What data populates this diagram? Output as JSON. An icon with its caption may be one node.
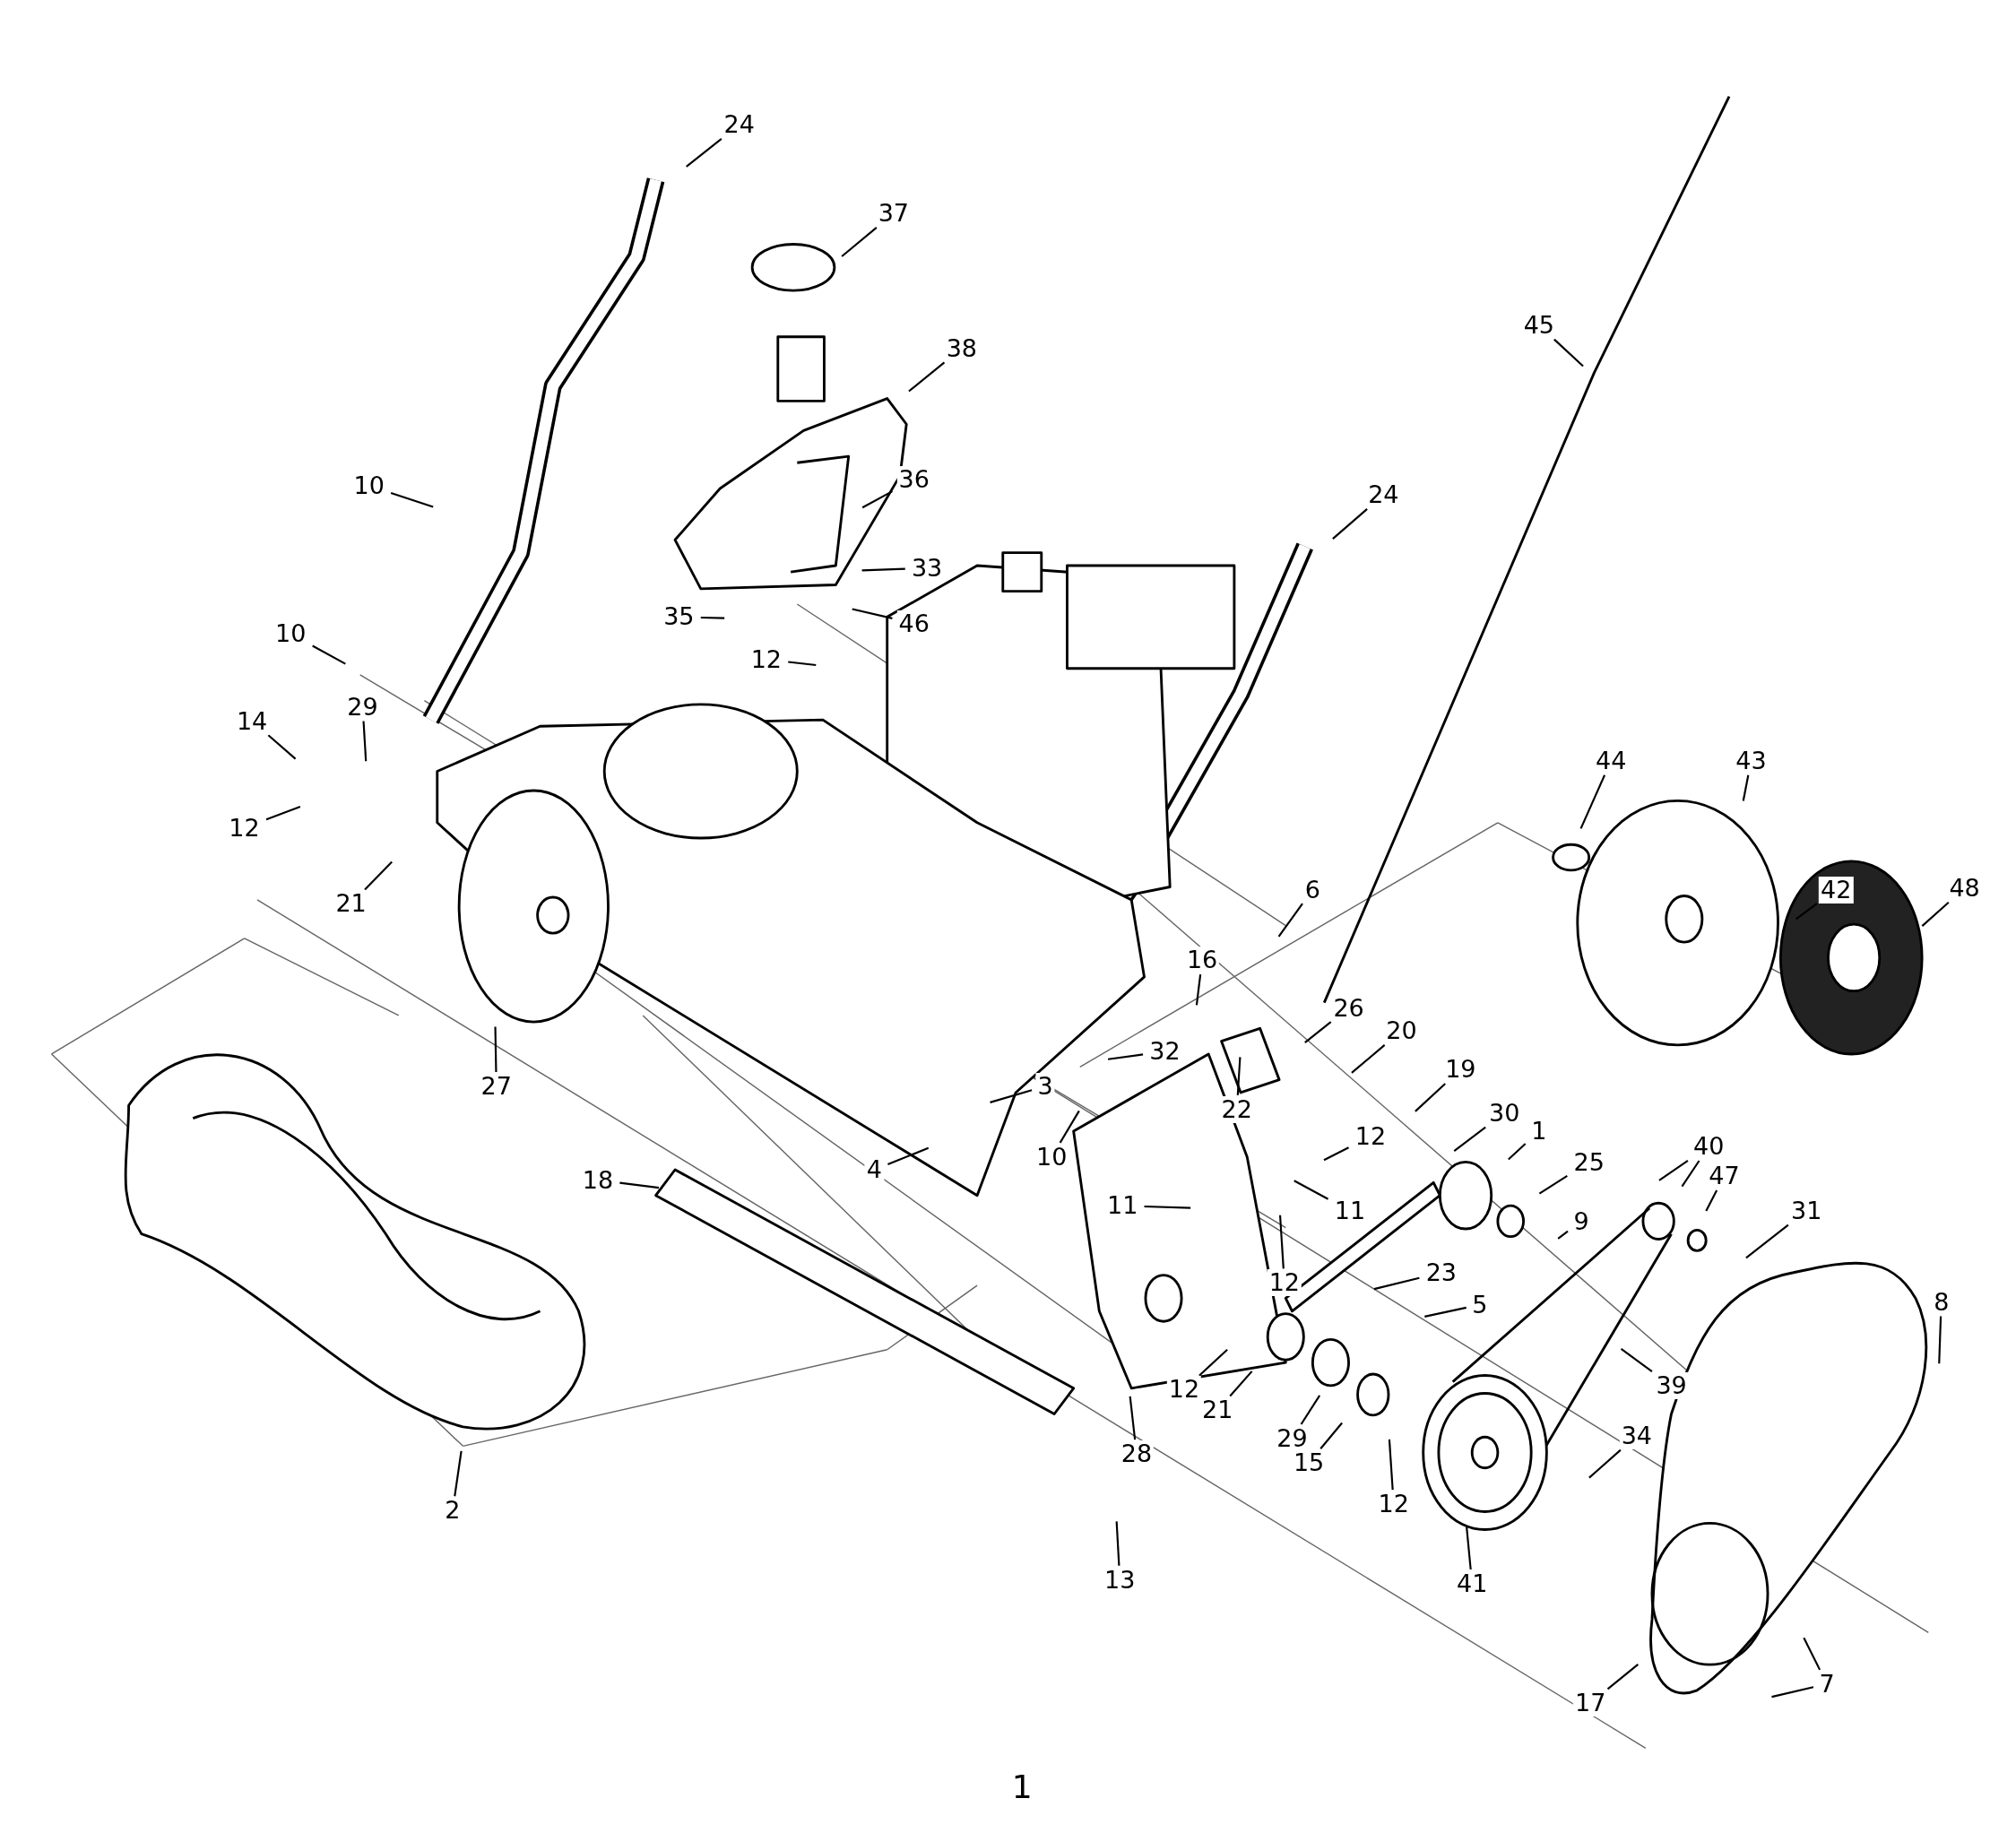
{
  "diagram": {
    "nodes": [
      {
        "text": [
          "24"
        ]
      },
      {
        "text": [
          "37"
        ]
      },
      {
        "text": [
          "38"
        ]
      },
      {
        "text": [
          "45"
        ]
      },
      {
        "text": [
          "10"
        ]
      },
      {
        "text": [
          "36"
        ]
      },
      {
        "text": [
          "24"
        ]
      },
      {
        "text": [
          "33"
        ]
      },
      {
        "text": [
          "35"
        ]
      },
      {
        "text": [
          "46"
        ]
      },
      {
        "text": [
          "10"
        ]
      },
      {
        "text": [
          "12"
        ]
      },
      {
        "text": [
          "14"
        ]
      },
      {
        "text": [
          "29"
        ]
      },
      {
        "text": [
          "12"
        ]
      },
      {
        "text": [
          "21"
        ]
      },
      {
        "text": [
          "44"
        ]
      },
      {
        "text": [
          "43"
        ]
      },
      {
        "text": [
          "42"
        ]
      },
      {
        "text": [
          "48"
        ]
      },
      {
        "text": [
          "6"
        ]
      },
      {
        "text": [
          "16"
        ]
      },
      {
        "text": [
          "26"
        ]
      },
      {
        "text": [
          "20"
        ]
      },
      {
        "text": [
          "27"
        ]
      },
      {
        "text": [
          "32"
        ]
      },
      {
        "text": [
          "19"
        ]
      },
      {
        "text": [
          "3"
        ]
      },
      {
        "text": [
          "22"
        ]
      },
      {
        "text": [
          "30"
        ]
      },
      {
        "text": [
          "1"
        ]
      },
      {
        "text": [
          "10"
        ]
      },
      {
        "text": [
          "12"
        ]
      },
      {
        "text": [
          "25"
        ]
      },
      {
        "text": [
          "40"
        ]
      },
      {
        "text": [
          "18"
        ]
      },
      {
        "text": [
          "4"
        ]
      },
      {
        "text": [
          "9"
        ]
      },
      {
        "text": [
          "47"
        ]
      },
      {
        "text": [
          "31"
        ]
      },
      {
        "text": [
          "11"
        ]
      },
      {
        "text": [
          "11"
        ]
      },
      {
        "text": [
          "12"
        ]
      },
      {
        "text": [
          "23"
        ]
      },
      {
        "text": [
          "5"
        ]
      },
      {
        "text": [
          "8"
        ]
      },
      {
        "text": [
          "39"
        ]
      },
      {
        "text": [
          "12"
        ]
      },
      {
        "text": [
          "28"
        ]
      },
      {
        "text": [
          "21"
        ]
      },
      {
        "text": [
          "29"
        ]
      },
      {
        "text": [
          "15"
        ]
      },
      {
        "text": [
          "12"
        ]
      },
      {
        "text": [
          "34"
        ]
      },
      {
        "text": [
          "2"
        ]
      },
      {
        "text": [
          "13"
        ]
      },
      {
        "text": [
          "41"
        ]
      },
      {
        "text": [
          "17"
        ]
      },
      {
        "text": [
          "7"
        ]
      }
    ],
    "edges": [
      {
        "from": 0,
        "to": null,
        "arrow": "none"
      },
      {
        "from": 1,
        "to": null,
        "arrow": "none"
      },
      {
        "from": 2,
        "to": null,
        "arrow": "none"
      },
      {
        "from": 3,
        "to": null,
        "arrow": "none"
      },
      {
        "from": 4,
        "to": null,
        "arrow": "none"
      },
      {
        "from": 5,
        "to": null,
        "arrow": "none"
      },
      {
        "from": 6,
        "to": null,
        "arrow": "none"
      },
      {
        "from": 7,
        "to": null,
        "arrow": "none"
      },
      {
        "from": 8,
        "to": null,
        "arrow": "none"
      },
      {
        "from": 9,
        "to": null,
        "arrow": "none"
      },
      {
        "from": 10,
        "to": null,
        "arrow": "none"
      },
      {
        "from": 11,
        "to": null,
        "arrow": "none"
      },
      {
        "from": 12,
        "to": null,
        "arrow": "none"
      },
      {
        "from": 13,
        "to": null,
        "arrow": "none"
      },
      {
        "from": 14,
        "to": null,
        "arrow": "none"
      },
      {
        "from": 15,
        "to": null,
        "arrow": "none"
      },
      {
        "from": 16,
        "to": null,
        "arrow": "none"
      },
      {
        "from": 17,
        "to": null,
        "arrow": "none"
      },
      {
        "from": 18,
        "to": null,
        "arrow": "none"
      },
      {
        "from": 19,
        "to": null,
        "arrow": "none"
      },
      {
        "from": 20,
        "to": null,
        "arrow": "none"
      },
      {
        "from": 21,
        "to": null,
        "arrow": "none"
      },
      {
        "from": 22,
        "to": null,
        "arrow": "none"
      },
      {
        "from": 23,
        "to": null,
        "arrow": "none"
      },
      {
        "from": 24,
        "to": null,
        "arrow": "none"
      },
      {
        "from": 25,
        "to": null,
        "arrow": "none"
      },
      {
        "from": 26,
        "to": null,
        "arrow": "none"
      },
      {
        "from": 27,
        "to": null,
        "arrow": "none"
      },
      {
        "from": 28,
        "to": null,
        "arrow": "none"
      },
      {
        "from": 29,
        "to": null,
        "arrow": "none"
      },
      {
        "from": 30,
        "to": null,
        "arrow": "none"
      },
      {
        "from": 31,
        "to": null,
        "arrow": "none"
      },
      {
        "from": 32,
        "to": null,
        "arrow": "none"
      },
      {
        "from": 33,
        "to": null,
        "arrow": "none"
      },
      {
        "from": 34,
        "to": null,
        "arrow": "none"
      },
      {
        "from": 34,
        "to": null,
        "arrow": "none"
      },
      {
        "from": 35,
        "to": null,
        "arrow": "none"
      },
      {
        "from": 36,
        "to": null,
        "arrow": "none"
      },
      {
        "from": 37,
        "to": null,
        "arrow": "none"
      },
      {
        "from": 38,
        "to": null,
        "arrow": "none"
      },
      {
        "from": 39,
        "to": null,
        "arrow": "none"
      },
      {
        "from": 40,
        "to": null,
        "arrow": "none"
      },
      {
        "from": 41,
        "to": null,
        "arrow": "none"
      },
      {
        "from": 42,
        "to": null,
        "arrow": "none"
      },
      {
        "from": 43,
        "to": null,
        "arrow": "none"
      },
      {
        "from": 44,
        "to": null,
        "arrow": "none"
      },
      {
        "from": 45,
        "to": null,
        "arrow": "none"
      },
      {
        "from": 46,
        "to": null,
        "arrow": "none"
      },
      {
        "from": 47,
        "to": null,
        "arrow": "none"
      },
      {
        "from": 48,
        "to": null,
        "arrow": "none"
      },
      {
        "from": 49,
        "to": null,
        "arrow": "none"
      },
      {
        "from": 50,
        "to": null,
        "arrow": "none"
      },
      {
        "from": 51,
        "to": null,
        "arrow": "none"
      },
      {
        "from": 52,
        "to": null,
        "arrow": "none"
      },
      {
        "from": 53,
        "to": null,
        "arrow": "none"
      },
      {
        "from": 54,
        "to": null,
        "arrow": "none"
      },
      {
        "from": 55,
        "to": null,
        "arrow": "none"
      },
      {
        "from": 56,
        "to": null,
        "arrow": "none"
      },
      {
        "from": 57,
        "to": null,
        "arrow": "none"
      },
      {
        "from": 58,
        "to": null,
        "arrow": "none"
      },
      {
        "from": 58,
        "to": null,
        "arrow": "none"
      }
    ],
    "labels": [
      "1"
    ]
  }
}
